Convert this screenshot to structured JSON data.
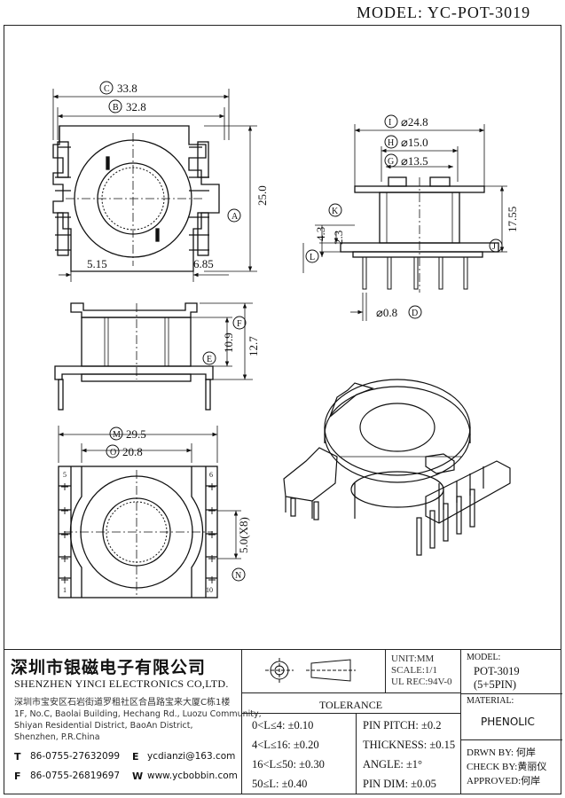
{
  "model_title": "MODEL: YC-POT-3019",
  "dimensions": {
    "C": "33.8",
    "B": "32.8",
    "A": "25.0",
    "left_pad": "5.15",
    "right_pad": "6.85",
    "I": "⌀24.8",
    "H": "⌀15.0",
    "G": "⌀13.5",
    "J": "17.55",
    "K": "2.3",
    "L": "4.3",
    "D": "⌀0.8",
    "F": "12.7",
    "E": "10.9",
    "M": "29.5",
    "O": "20.8",
    "N": "5.0(X8)"
  },
  "pin_numbers": {
    "p5": "5",
    "p1": "1",
    "p6": "6",
    "p10": "10"
  },
  "company": {
    "name_cn": "深圳市银磁电子有限公司",
    "name_en": "SHENZHEN YINCI ELECTRONICS CO,LTD.",
    "address_cn": "深圳市宝安区石岩街道罗租社区合昌路宝来大厦C栋1楼",
    "address_en_1": "1F, No.C, Baolai Building, Hechang Rd., Luozu Community,",
    "address_en_2": "Shiyan Residential District, BaoAn District,",
    "address_en_3": "Shenzhen, P.R.China",
    "tel_label": "T",
    "tel": "86-0755-27632099",
    "fax_label": "F",
    "fax": "86-0755-26819697",
    "email_label": "E",
    "email": "ycdianzi@163.com",
    "web_label": "W",
    "web": "www.ycbobbin.com"
  },
  "units": {
    "unit": "UNIT:MM",
    "scale": "SCALE:1/1",
    "ul": "UL REC:94V-0"
  },
  "model_box": {
    "label": "MODEL:",
    "model": "POT-3019",
    "pins": "(5+5PIN)"
  },
  "material": {
    "label": "MATERIAL:",
    "value": "PHENOLIC"
  },
  "tolerance": {
    "title": "TOLERANCE",
    "rows": [
      [
        "0<L≤4: ±0.10",
        "PIN PITCH: ±0.2"
      ],
      [
        "4<L≤16: ±0.20",
        "THICKNESS: ±0.15"
      ],
      [
        "16<L≤50: ±0.30",
        "ANGLE: ±1°"
      ],
      [
        "50≤L: ±0.40",
        "PIN DIM: ±0.05"
      ]
    ]
  },
  "approvals": {
    "drawn": "DRWN BY: 何岸",
    "check": "CHECK BY:黄丽仪",
    "approved": "APPROVED:何岸"
  }
}
